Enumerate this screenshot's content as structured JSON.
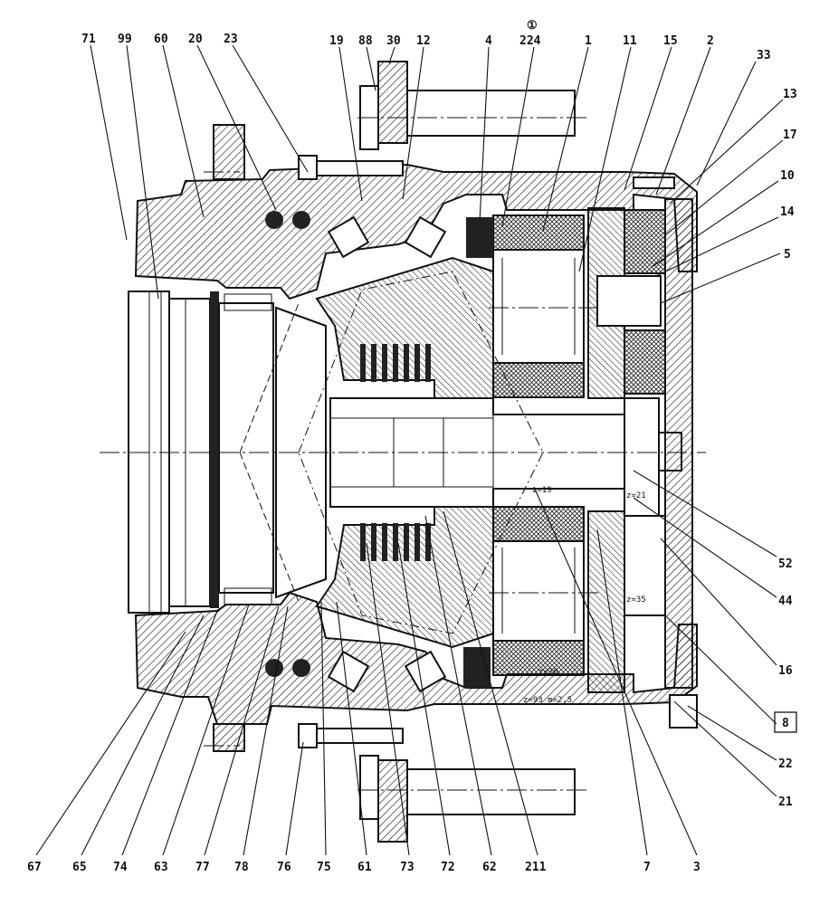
{
  "diagram": {
    "part_labels": {
      "p71": "71",
      "p99": "99",
      "p60": "60",
      "p20": "20",
      "p23": "23",
      "p19": "19",
      "p88": "88",
      "p30": "30",
      "p12": "12",
      "p4": "4",
      "p224": "224",
      "p1": "1",
      "p11": "11",
      "p15": "15",
      "p2": "2",
      "p33": "33",
      "p13": "13",
      "p17": "17",
      "p10": "10",
      "p14": "14",
      "p5": "5",
      "p52": "52",
      "p44": "44",
      "p16": "16",
      "p8": "8",
      "p22": "22",
      "p21": "21",
      "p67": "67",
      "p65": "65",
      "p74": "74",
      "p63": "63",
      "p77": "77",
      "p78": "78",
      "p76": "76",
      "p75": "75",
      "p61": "61",
      "p73": "73",
      "p72": "72",
      "p62": "62",
      "p211": "211",
      "p7": "7",
      "p3": "3"
    },
    "top_marker": "①",
    "annotations": {
      "z19": "z=19",
      "z21": "z=21",
      "z35": "z=35",
      "z36": "z=36",
      "z93": "z=93  m=2,5"
    }
  }
}
